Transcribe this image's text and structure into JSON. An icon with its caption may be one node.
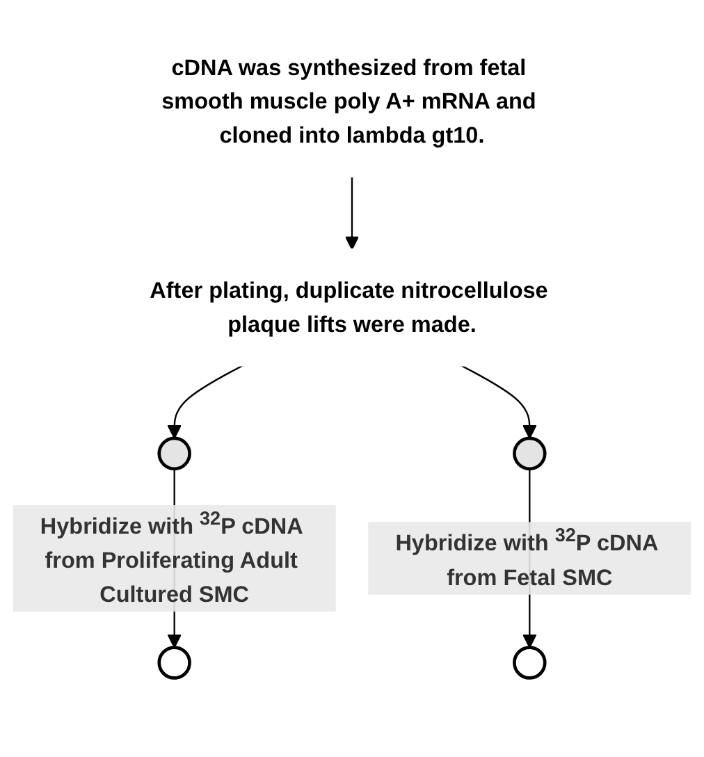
{
  "diagram": {
    "nodes": [
      {
        "text": [
          "cDNA was synthesized from fetal smooth muscle poly A+ mRNA and cloned into lambda gt10."
        ]
      },
      {
        "text": [
          "After plating, duplicate nitrocellulose plaque lifts were made."
        ]
      },
      {
        "text": [],
        "shape": "circle"
      },
      {
        "text": [],
        "shape": "circle"
      },
      {
        "text": [],
        "shape": "circle"
      },
      {
        "text": [],
        "shape": "circle"
      }
    ],
    "edges": [
      {
        "from": 0,
        "to": 1,
        "arrow": "to"
      },
      {
        "from": 1,
        "to": 2,
        "arrow": "to"
      },
      {
        "from": 1,
        "to": 3,
        "arrow": "to"
      },
      {
        "from": 2,
        "to": 4,
        "arrow": "to",
        "label": "Hybridize with $^{32}$P cDNA from Proliferating Adult Cultured SMC"
      },
      {
        "from": 3,
        "to": 5,
        "arrow": "to",
        "label": "Hybridize with $^{32}$P cDNA from Fetal SMC"
      }
    ]
  }
}
